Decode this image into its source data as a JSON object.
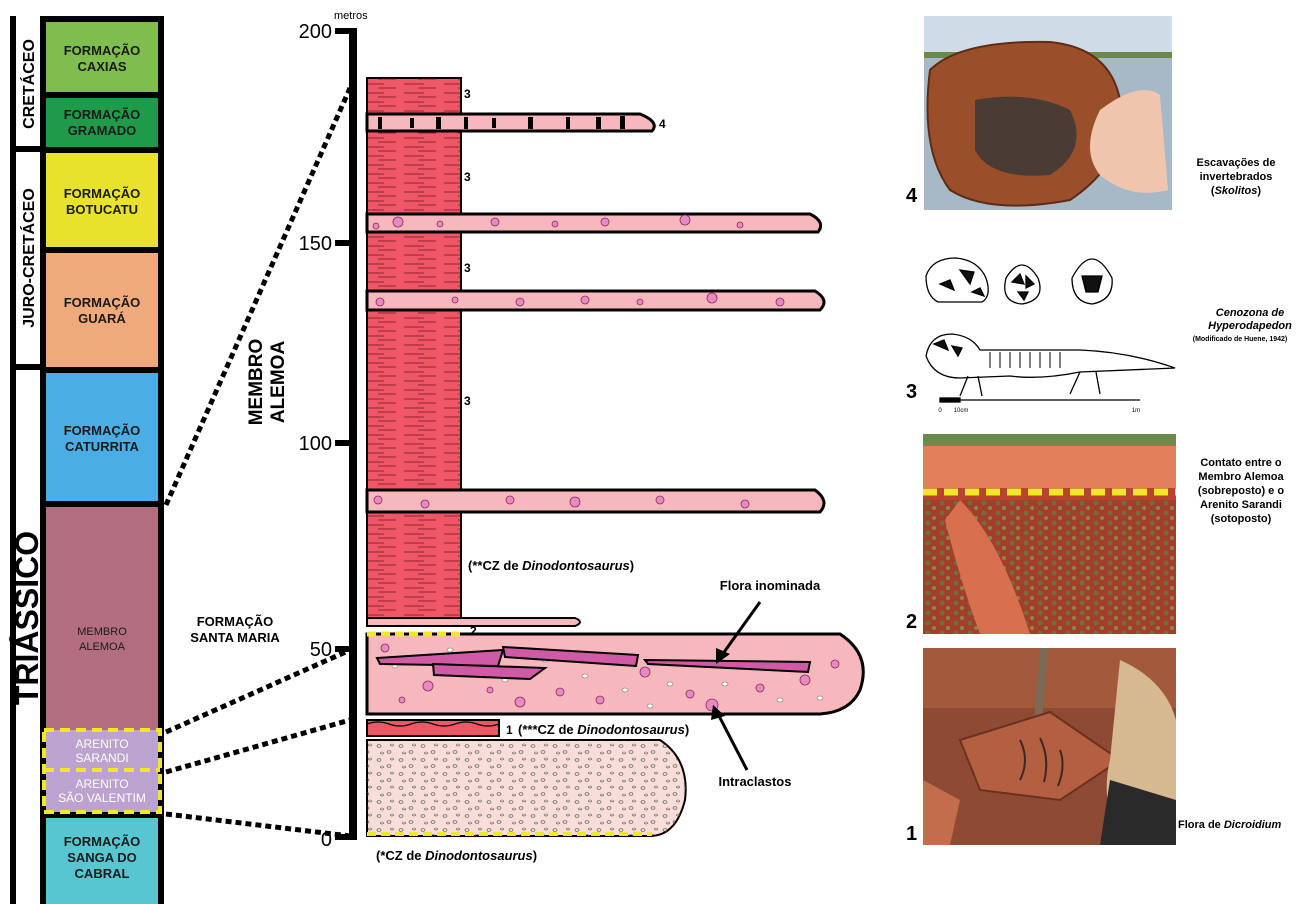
{
  "periods": {
    "cretaceo": "CRETÁCEO",
    "juro": "JURO-CRETÁCEO",
    "triassico": "TRIÁSSICO"
  },
  "formations": {
    "caxias": [
      "FORMAÇÃO",
      "CAXIAS"
    ],
    "gramado": [
      "FORMAÇÃO",
      "GRAMADO"
    ],
    "botucatu": [
      "FORMAÇÃO",
      "BOTUCATU"
    ],
    "guara": [
      "FORMAÇÃO",
      "GUARÁ"
    ],
    "caturrita": [
      "FORMAÇÃO",
      "CATURRITA"
    ],
    "alemoa": [
      "MEMBRO",
      "ALEMOA"
    ],
    "sarandi": [
      "ARENITO",
      "SARANDI"
    ],
    "saovalentim": [
      "ARENITO",
      "SÃO VALENTIM"
    ],
    "sanga": [
      "FORMAÇÃO",
      "SANGA DO",
      "CABRAL"
    ]
  },
  "santa_maria": [
    "FORMAÇÃO",
    "SANTA MARIA"
  ],
  "column_label": [
    "MEMBRO",
    "ALEMOA"
  ],
  "scale": {
    "unit": "metros",
    "ticks": [
      "200",
      "150",
      "100",
      "50",
      "0"
    ],
    "colors": {
      "mudstone": "#ef5766",
      "sandstone": "#f6b8bd",
      "basal": "#f9ddd8",
      "highlight": "#f0e62a"
    }
  },
  "layer_numbers": [
    "3",
    "3",
    "3",
    "3",
    "4",
    "2",
    "1"
  ],
  "annotations": {
    "cz2": [
      "(**CZ de ",
      "Dinodontosaurus",
      ")"
    ],
    "cz3": [
      "(***CZ de ",
      "Dinodontosaurus",
      ")"
    ],
    "cz1": [
      "(*CZ de ",
      "Dinodontosaurus",
      ")"
    ],
    "flora": "Flora inominada",
    "intraclastos": "Intraclastos"
  },
  "photos": {
    "p4": {
      "num": "4",
      "caption": [
        "Escavações de",
        "invertebrados",
        "Skolitos"
      ]
    },
    "p3": {
      "num": "3",
      "caption": [
        "Cenozona de",
        "Hyperodapedon",
        "(Modificado de Huene, 1942)"
      ],
      "scale_labels": [
        "0",
        "10cm",
        "1m"
      ]
    },
    "p2": {
      "num": "2",
      "caption": [
        "Contato entre o",
        "Membro Alemoa",
        "(sobreposto) e o",
        "Arenito Sarandi",
        "(sotoposto)"
      ]
    },
    "p1": {
      "num": "1",
      "caption": [
        "Flora de ",
        "Dicroidium"
      ]
    }
  }
}
